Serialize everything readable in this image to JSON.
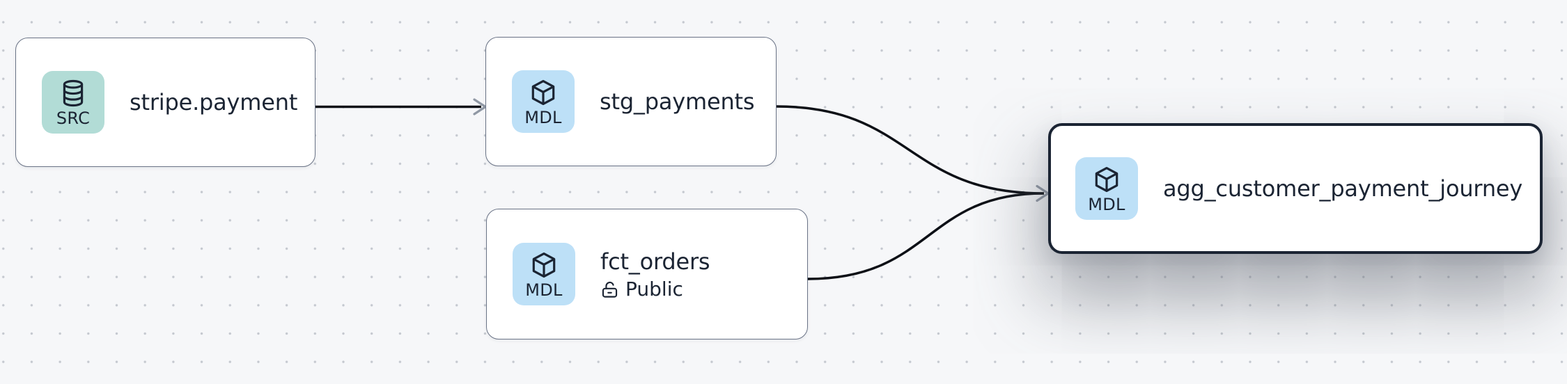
{
  "canvas": {
    "background_color": "#f6f7f9",
    "dot_color": "#c4c8cf",
    "edge_color": "#0d1016",
    "arrowhead_color": "#9098a4",
    "node_border_color": "#6a7386",
    "selected_node_border_color": "#1b2433",
    "title_color": "#1b2433",
    "badge_colors": {
      "source": "#b2dcd6",
      "model": "#bde0f7"
    }
  },
  "nodes": [
    {
      "id": "stripe.payment",
      "title": "stripe.payment",
      "type": "source",
      "badge": {
        "label": "SRC",
        "icon": "database-icon",
        "color": "#b2dcd6"
      },
      "selected": false
    },
    {
      "id": "stg_payments",
      "title": "stg_payments",
      "type": "model",
      "badge": {
        "label": "MDL",
        "icon": "cube-icon",
        "color": "#bde0f7"
      },
      "selected": false
    },
    {
      "id": "fct_orders",
      "title": "fct_orders",
      "type": "model",
      "badge": {
        "label": "MDL",
        "icon": "cube-icon",
        "color": "#bde0f7"
      },
      "access": {
        "icon": "unlock-icon",
        "label": "Public"
      },
      "selected": false
    },
    {
      "id": "agg_customer_payment_journey",
      "title": "agg_customer_payment_journey",
      "type": "model",
      "badge": {
        "label": "MDL",
        "icon": "cube-icon",
        "color": "#bde0f7"
      },
      "selected": true
    }
  ],
  "edges": [
    {
      "from": "stripe.payment",
      "to": "stg_payments"
    },
    {
      "from": "stg_payments",
      "to": "agg_customer_payment_journey"
    },
    {
      "from": "fct_orders",
      "to": "agg_customer_payment_journey"
    }
  ]
}
